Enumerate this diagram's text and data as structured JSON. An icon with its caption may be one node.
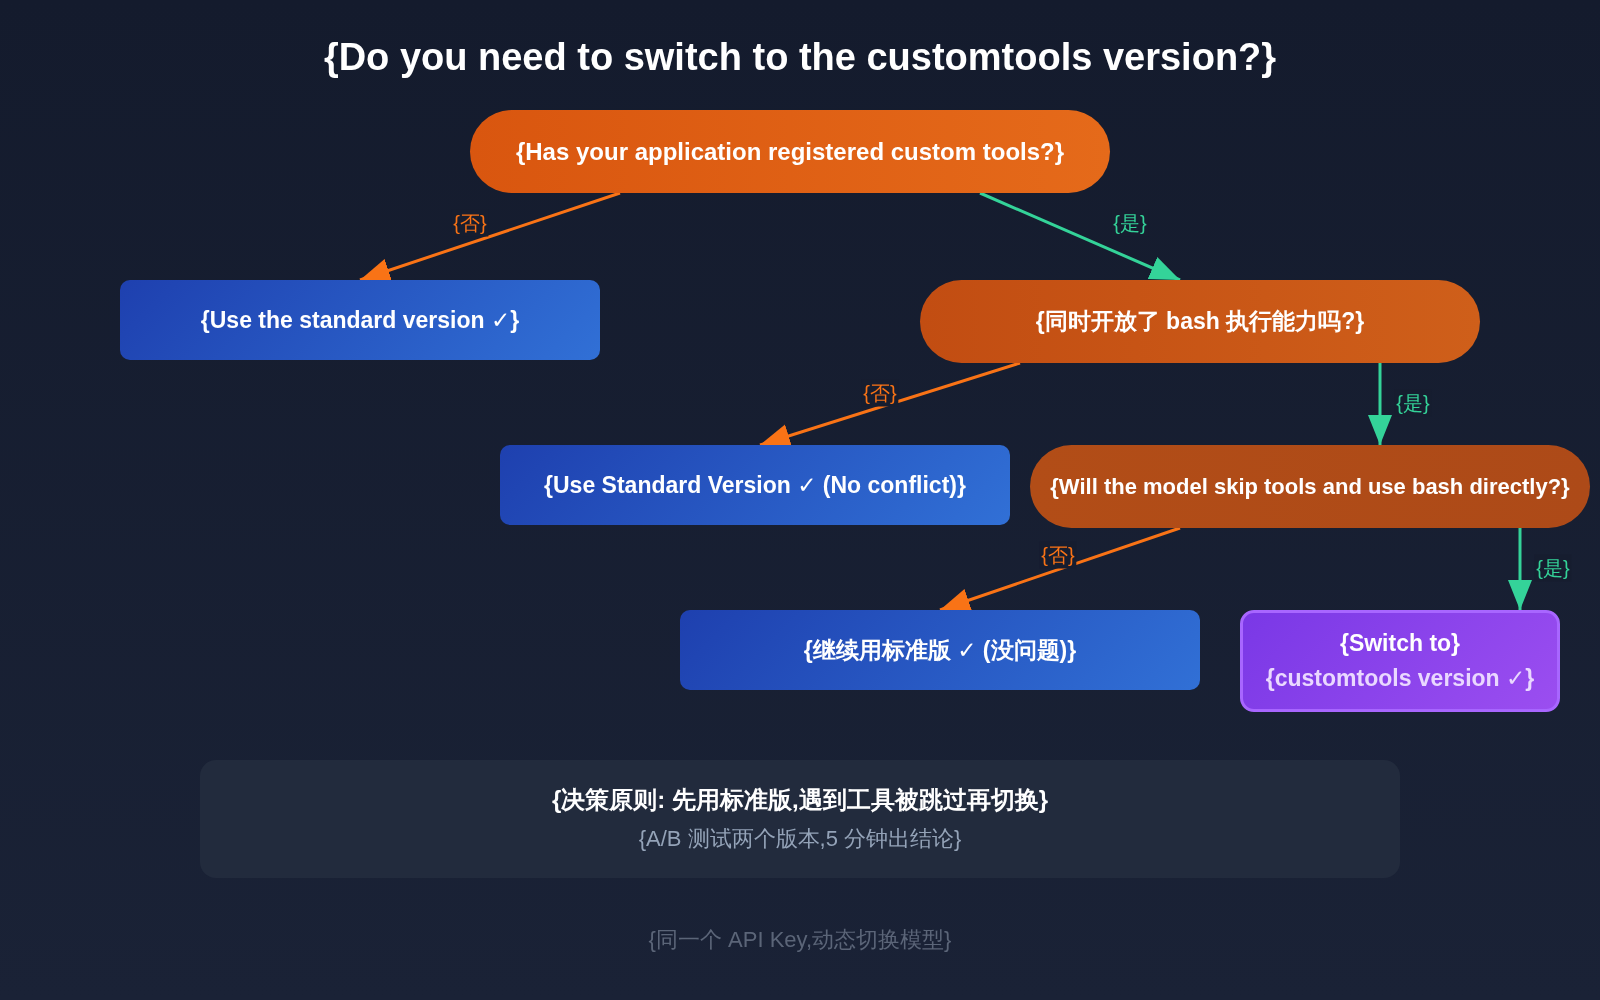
{
  "diagram": {
    "title": "{Do you need to switch to the customtools version?}",
    "nodes": [
      {
        "text": [
          "{Has your application registered custom tools?}"
        ]
      },
      {
        "text": [
          "{Use the standard version ✓}"
        ]
      },
      {
        "text": [
          "{同时开放了 bash 执行能力吗?}"
        ]
      },
      {
        "text": [
          "{Use Standard Version ✓ (No conflict)}"
        ]
      },
      {
        "text": [
          "{Will the model skip tools and use bash directly?}"
        ]
      },
      {
        "text": [
          "{继续用标准版 ✓ (没问题)}"
        ]
      },
      {
        "text": [
          "{Switch to}",
          "{customtools version ✓}"
        ]
      },
      {
        "text": [
          "{决策原则: 先用标准版,遇到工具被跳过再切换}",
          "{A/B 测试两个版本,5 分钟出结论}"
        ]
      }
    ],
    "edges": [
      {
        "from": 0,
        "to": 1,
        "arrow": "to",
        "label": "{否}",
        "color": "#f97316"
      },
      {
        "from": 0,
        "to": 2,
        "arrow": "to",
        "label": "{是}",
        "color": "#34d399"
      },
      {
        "from": 2,
        "to": 3,
        "arrow": "to",
        "label": "{否}",
        "color": "#f97316"
      },
      {
        "from": 2,
        "to": 4,
        "arrow": "to",
        "label": "{是}",
        "color": "#34d399"
      },
      {
        "from": 4,
        "to": 5,
        "arrow": "to",
        "label": "{否}",
        "color": "#f97316"
      },
      {
        "from": 4,
        "to": 6,
        "arrow": "to",
        "label": "{是}",
        "color": "#34d399"
      }
    ],
    "labels": [
      "{同一个 API Key,动态切换模型}"
    ]
  }
}
